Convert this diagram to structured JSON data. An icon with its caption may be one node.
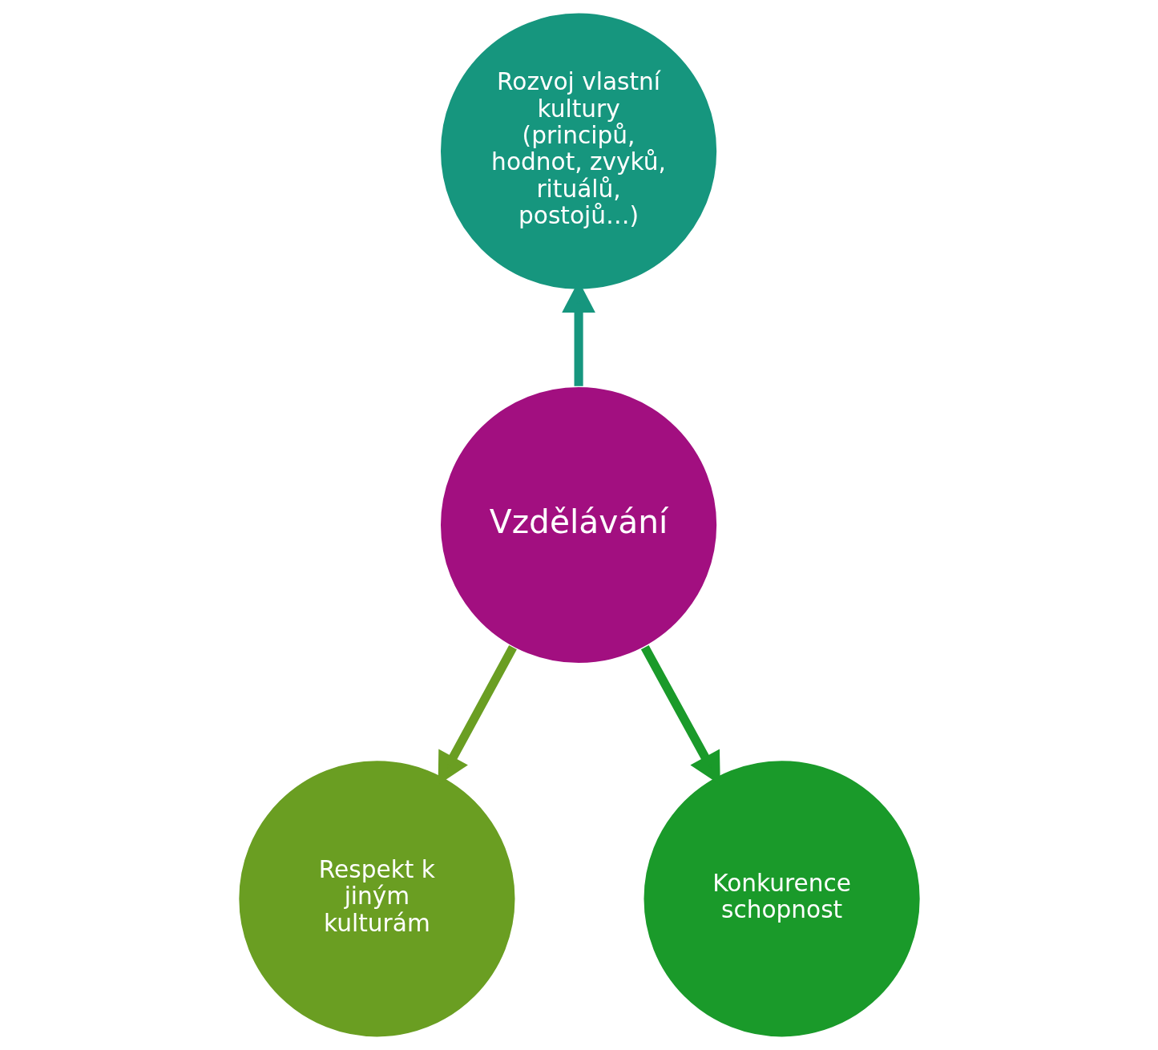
{
  "diagram": {
    "nodes": [
      {
        "text": [
          "Rozvoj vlastní kultury (principů, hodnot, zvyků, rituálů, postojů…)"
        ]
      },
      {
        "text": [
          "Vzdělávání"
        ]
      },
      {
        "text": [
          "Respekt k jiným kulturám"
        ]
      },
      {
        "text": [
          "Konkurence schopnost"
        ]
      }
    ],
    "edges": [
      {
        "from": 1,
        "to": 0,
        "arrow": "to",
        "color": "#16967e"
      },
      {
        "from": 1,
        "to": 2,
        "arrow": "to",
        "color": "#6a9e22"
      },
      {
        "from": 1,
        "to": 3,
        "arrow": "to",
        "color": "#1a9a2a"
      }
    ]
  }
}
